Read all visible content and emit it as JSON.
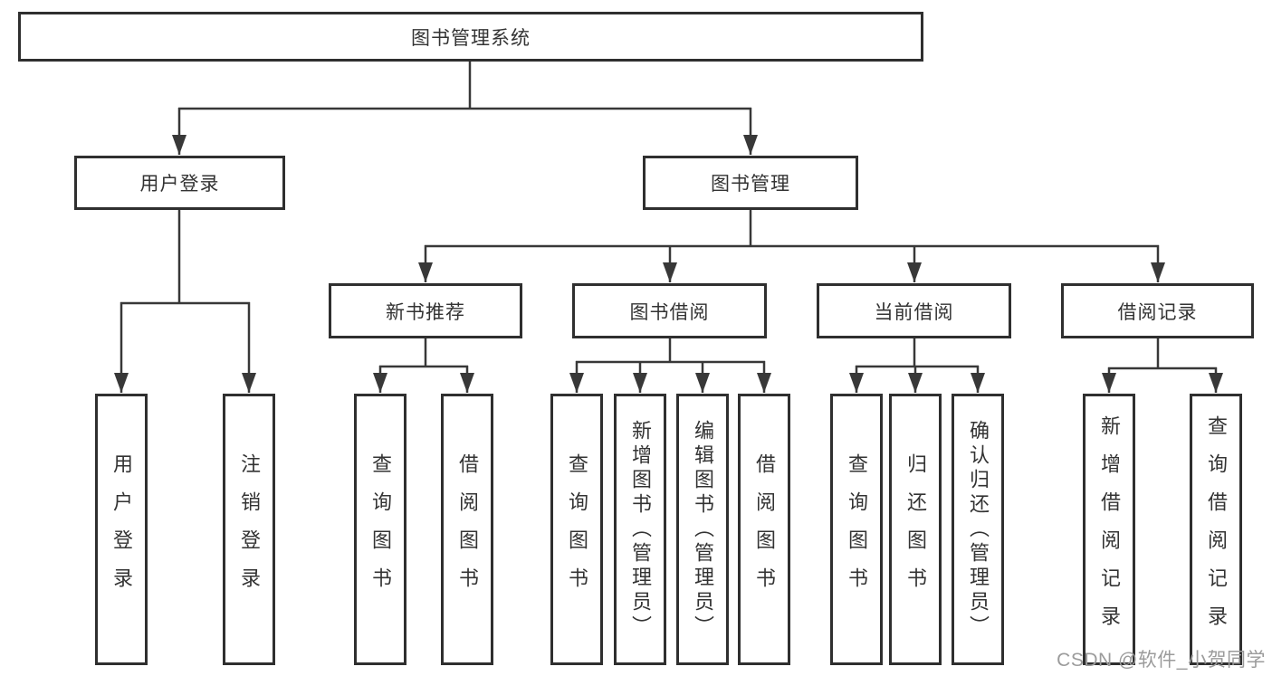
{
  "diagram": {
    "root": {
      "label": "图书管理系统"
    },
    "level2": {
      "user_login": {
        "label": "用户登录"
      },
      "book_management": {
        "label": "图书管理"
      }
    },
    "level3": {
      "new_book_recommend": {
        "label": "新书推荐"
      },
      "book_borrow": {
        "label": "图书借阅"
      },
      "current_borrow": {
        "label": "当前借阅"
      },
      "borrow_records": {
        "label": "借阅记录"
      }
    },
    "leaves": {
      "user_login": [
        "用户登录",
        "注销登录"
      ],
      "new_book_recommend": [
        "查询图书",
        "借阅图书"
      ],
      "book_borrow": [
        "查询图书",
        "新增图书（管理员）",
        "编辑图书（管理员）",
        "借阅图书"
      ],
      "current_borrow": [
        "查询图书",
        "归还图书",
        "确认归还（管理员）"
      ],
      "borrow_records": [
        "新增借阅记录",
        "查询借阅记录"
      ]
    }
  },
  "watermark": "CSDN @软件_小贺同学",
  "colors": {
    "line": "#383838",
    "border": "#2f2f2f",
    "text": "#333333",
    "background": "#ffffff",
    "watermark": "#9b9b9b"
  }
}
